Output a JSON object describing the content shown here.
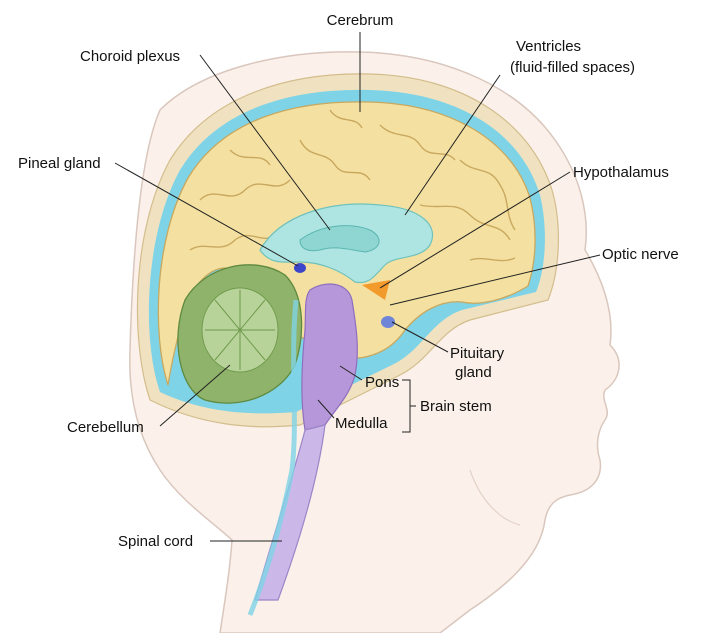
{
  "labels": {
    "cerebrum": "Cerebrum",
    "choroid_plexus": "Choroid plexus",
    "ventricles_1": "Ventricles",
    "ventricles_2": "(fluid-filled spaces)",
    "pineal_gland": "Pineal gland",
    "hypothalamus": "Hypothalamus",
    "optic_nerve": "Optic nerve",
    "pituitary_1": "Pituitary",
    "pituitary_2": "gland",
    "pons": "Pons",
    "brain_stem": "Brain stem",
    "medulla": "Medulla",
    "cerebellum": "Cerebellum",
    "spinal_cord": "Spinal cord"
  },
  "colors": {
    "skin": "#fbf1ea",
    "skin_outline": "#d9c7bd",
    "skull": "#f0e2c0",
    "csf": "#7fd3e6",
    "cerebrum": "#f4e1a1",
    "cerebrum_outline": "#c9a85f",
    "ventricle": "#aee4e1",
    "cerebellum": "#8fb36a",
    "brainstem": "#b697d9",
    "spinal_cord": "#cbb7e8",
    "hypothalamus": "#f39a2d",
    "pituitary": "#6f86d8",
    "pineal": "#3d46c8",
    "leader": "#222222"
  }
}
